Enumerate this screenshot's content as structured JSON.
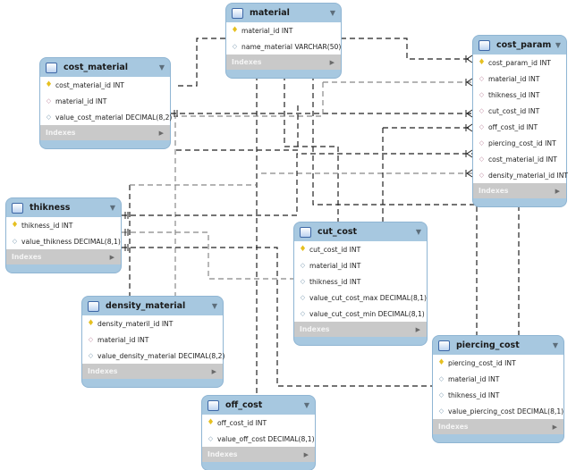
{
  "diagram": {
    "type": "er-diagram",
    "indexes_label": "Indexes",
    "tables": [
      {
        "id": "material",
        "name": "material",
        "columns": [
          {
            "name": "material_id INT",
            "kind": "pk"
          },
          {
            "name": "name_material VARCHAR(50)",
            "kind": "attr"
          }
        ]
      },
      {
        "id": "cost_material",
        "name": "cost_material",
        "columns": [
          {
            "name": "cost_material_id INT",
            "kind": "pk"
          },
          {
            "name": "material_id INT",
            "kind": "fk"
          },
          {
            "name": "value_cost_material DECIMAL(8,2)",
            "kind": "attr"
          }
        ]
      },
      {
        "id": "cost_param",
        "name": "cost_param",
        "columns": [
          {
            "name": "cost_param_id INT",
            "kind": "pk"
          },
          {
            "name": "material_id INT",
            "kind": "fk"
          },
          {
            "name": "thikness_id INT",
            "kind": "fk"
          },
          {
            "name": "cut_cost_id INT",
            "kind": "fk"
          },
          {
            "name": "off_cost_id INT",
            "kind": "fk"
          },
          {
            "name": "piercing_cost_id INT",
            "kind": "fk"
          },
          {
            "name": "cost_material_id INT",
            "kind": "fk"
          },
          {
            "name": "density_material_id INT",
            "kind": "fk"
          }
        ]
      },
      {
        "id": "thikness",
        "name": "thikness",
        "columns": [
          {
            "name": "thikness_id INT",
            "kind": "pk"
          },
          {
            "name": "value_thikness DECIMAL(8,1)",
            "kind": "attr"
          }
        ]
      },
      {
        "id": "cut_cost",
        "name": "cut_cost",
        "columns": [
          {
            "name": "cut_cost_id INT",
            "kind": "pk"
          },
          {
            "name": "material_id INT",
            "kind": "attr"
          },
          {
            "name": "thikness_id INT",
            "kind": "attr"
          },
          {
            "name": "value_cut_cost_max DECIMAL(8,1)",
            "kind": "attr"
          },
          {
            "name": "value_cut_cost_min DECIMAL(8,1)",
            "kind": "attr"
          }
        ]
      },
      {
        "id": "density_material",
        "name": "density_material",
        "columns": [
          {
            "name": "density_materil_id INT",
            "kind": "pk"
          },
          {
            "name": "material_id INT",
            "kind": "fk"
          },
          {
            "name": "value_density_material DECIMAL(8,2)",
            "kind": "attr"
          }
        ]
      },
      {
        "id": "piercing_cost",
        "name": "piercing_cost",
        "columns": [
          {
            "name": "piercing_cost_id INT",
            "kind": "pk"
          },
          {
            "name": "material_id INT",
            "kind": "attr"
          },
          {
            "name": "thikness_id INT",
            "kind": "attr"
          },
          {
            "name": "value_piercing_cost DECIMAL(8,1)",
            "kind": "attr"
          }
        ]
      },
      {
        "id": "off_cost",
        "name": "off_cost",
        "columns": [
          {
            "name": "off_cost_id INT",
            "kind": "pk"
          },
          {
            "name": "value_off_cost DECIMAL(8,1)",
            "kind": "attr"
          }
        ]
      }
    ],
    "relationships": [
      {
        "from": "material",
        "to": "cost_material",
        "cardinality": "one-to-many"
      },
      {
        "from": "material",
        "to": "cost_param",
        "cardinality": "one-to-many"
      },
      {
        "from": "cost_material",
        "to": "cost_param",
        "cardinality": "one-to-many"
      },
      {
        "from": "material",
        "to": "density_material",
        "cardinality": "one-to-many"
      },
      {
        "from": "material",
        "to": "cut_cost",
        "cardinality": "one-to-many"
      },
      {
        "from": "material",
        "to": "piercing_cost",
        "cardinality": "one-to-many"
      },
      {
        "from": "material",
        "to": "off_cost",
        "cardinality": "one-to-one"
      },
      {
        "from": "thikness",
        "to": "cost_param",
        "cardinality": "one-to-many"
      },
      {
        "from": "thikness",
        "to": "cut_cost",
        "cardinality": "one-to-many"
      },
      {
        "from": "thikness",
        "to": "piercing_cost",
        "cardinality": "one-to-many"
      },
      {
        "from": "density_material",
        "to": "cost_param",
        "cardinality": "one-to-many"
      },
      {
        "from": "cut_cost",
        "to": "cost_param",
        "cardinality": "one-to-many"
      },
      {
        "from": "piercing_cost",
        "to": "cost_param",
        "cardinality": "one-to-many"
      },
      {
        "from": "off_cost",
        "to": "cost_param",
        "cardinality": "one-to-many"
      }
    ]
  },
  "colors": {
    "header": "#a7c8e0",
    "indexes_bar": "#c9c9c9",
    "pk_icon": "#e6c020",
    "fk_icon": "#c08aa0",
    "line_dark": "#222222",
    "line_light": "#888888"
  }
}
